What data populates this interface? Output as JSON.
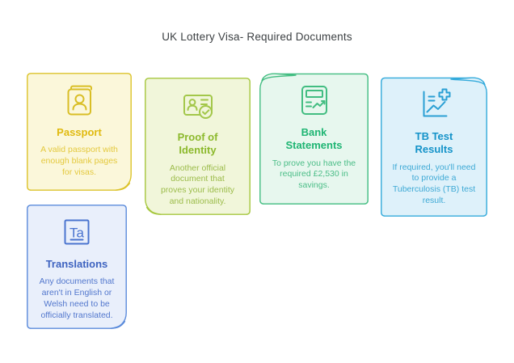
{
  "page": {
    "title": "UK Lottery Visa- Required Documents",
    "background": "#ffffff",
    "title_color": "#3c4043"
  },
  "icons": {
    "translate_glyph": "Ta"
  },
  "cards": [
    {
      "id": "passport",
      "title": "Passport",
      "description": "A valid passport with enough blank pages for visas.",
      "icon": "passport-book-icon",
      "fold_corner": "bottom-right",
      "colors": {
        "border": "#dcc32b",
        "background": "#fbf7da",
        "title": "#e0ba10",
        "text": "#e4c93e",
        "icon": "#d9be25"
      }
    },
    {
      "id": "proof-of-identity",
      "title": "Proof of Identity",
      "description": "Another official document that proves your identity and nationality.",
      "icon": "id-card-check-icon",
      "fold_corner": "bottom-left",
      "colors": {
        "border": "#a6c73e",
        "background": "#f1f6da",
        "title": "#8cb92c",
        "text": "#9cbc4b",
        "icon": "#a3c74a"
      }
    },
    {
      "id": "bank-statements",
      "title": "Bank Statements",
      "description": "To prove you have the required £2,530 in savings.",
      "icon": "bank-statement-chart-icon",
      "fold_corner": "top-left",
      "colors": {
        "border": "#42bd81",
        "background": "#e7f7ee",
        "title": "#1fb573",
        "text": "#4bbd87",
        "icon": "#42bd81"
      }
    },
    {
      "id": "tb-test-results",
      "title": "TB Test Results",
      "description": "If required, you'll need to provide a Tuberculosis (TB) test result.",
      "icon": "medical-chart-cross-icon",
      "fold_corner": "top-right",
      "colors": {
        "border": "#33aadb",
        "background": "#def1fa",
        "title": "#1593c9",
        "text": "#3ea9d5",
        "icon": "#2ba0d4"
      }
    },
    {
      "id": "translations",
      "title": "Translations",
      "description": "Any documents that aren't in English or Welsh need to be officially translated.",
      "icon": "translate-icon",
      "fold_corner": "bottom-right",
      "colors": {
        "border": "#5b8bdb",
        "background": "#e9effb",
        "title": "#3e63c0",
        "text": "#5277cd",
        "icon": "#4a74cf"
      }
    }
  ]
}
